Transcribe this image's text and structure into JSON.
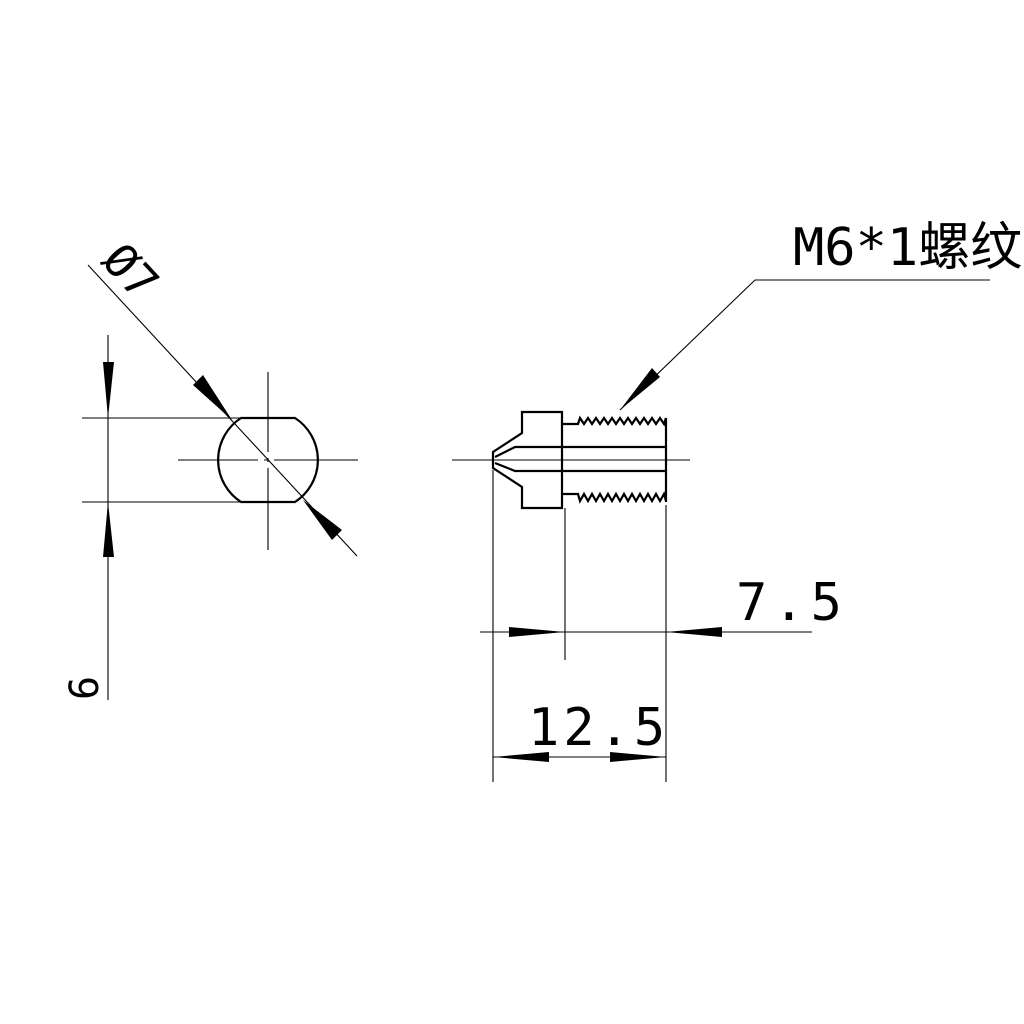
{
  "drawing": {
    "front_view": {
      "diameter_label": "Ø7",
      "height_label": "6"
    },
    "side_view": {
      "thread_label": "M6*1螺纹",
      "thread_length_label": "7.5",
      "total_length_label": "12.5"
    },
    "colors": {
      "line": "#000000",
      "background": "#ffffff"
    }
  }
}
